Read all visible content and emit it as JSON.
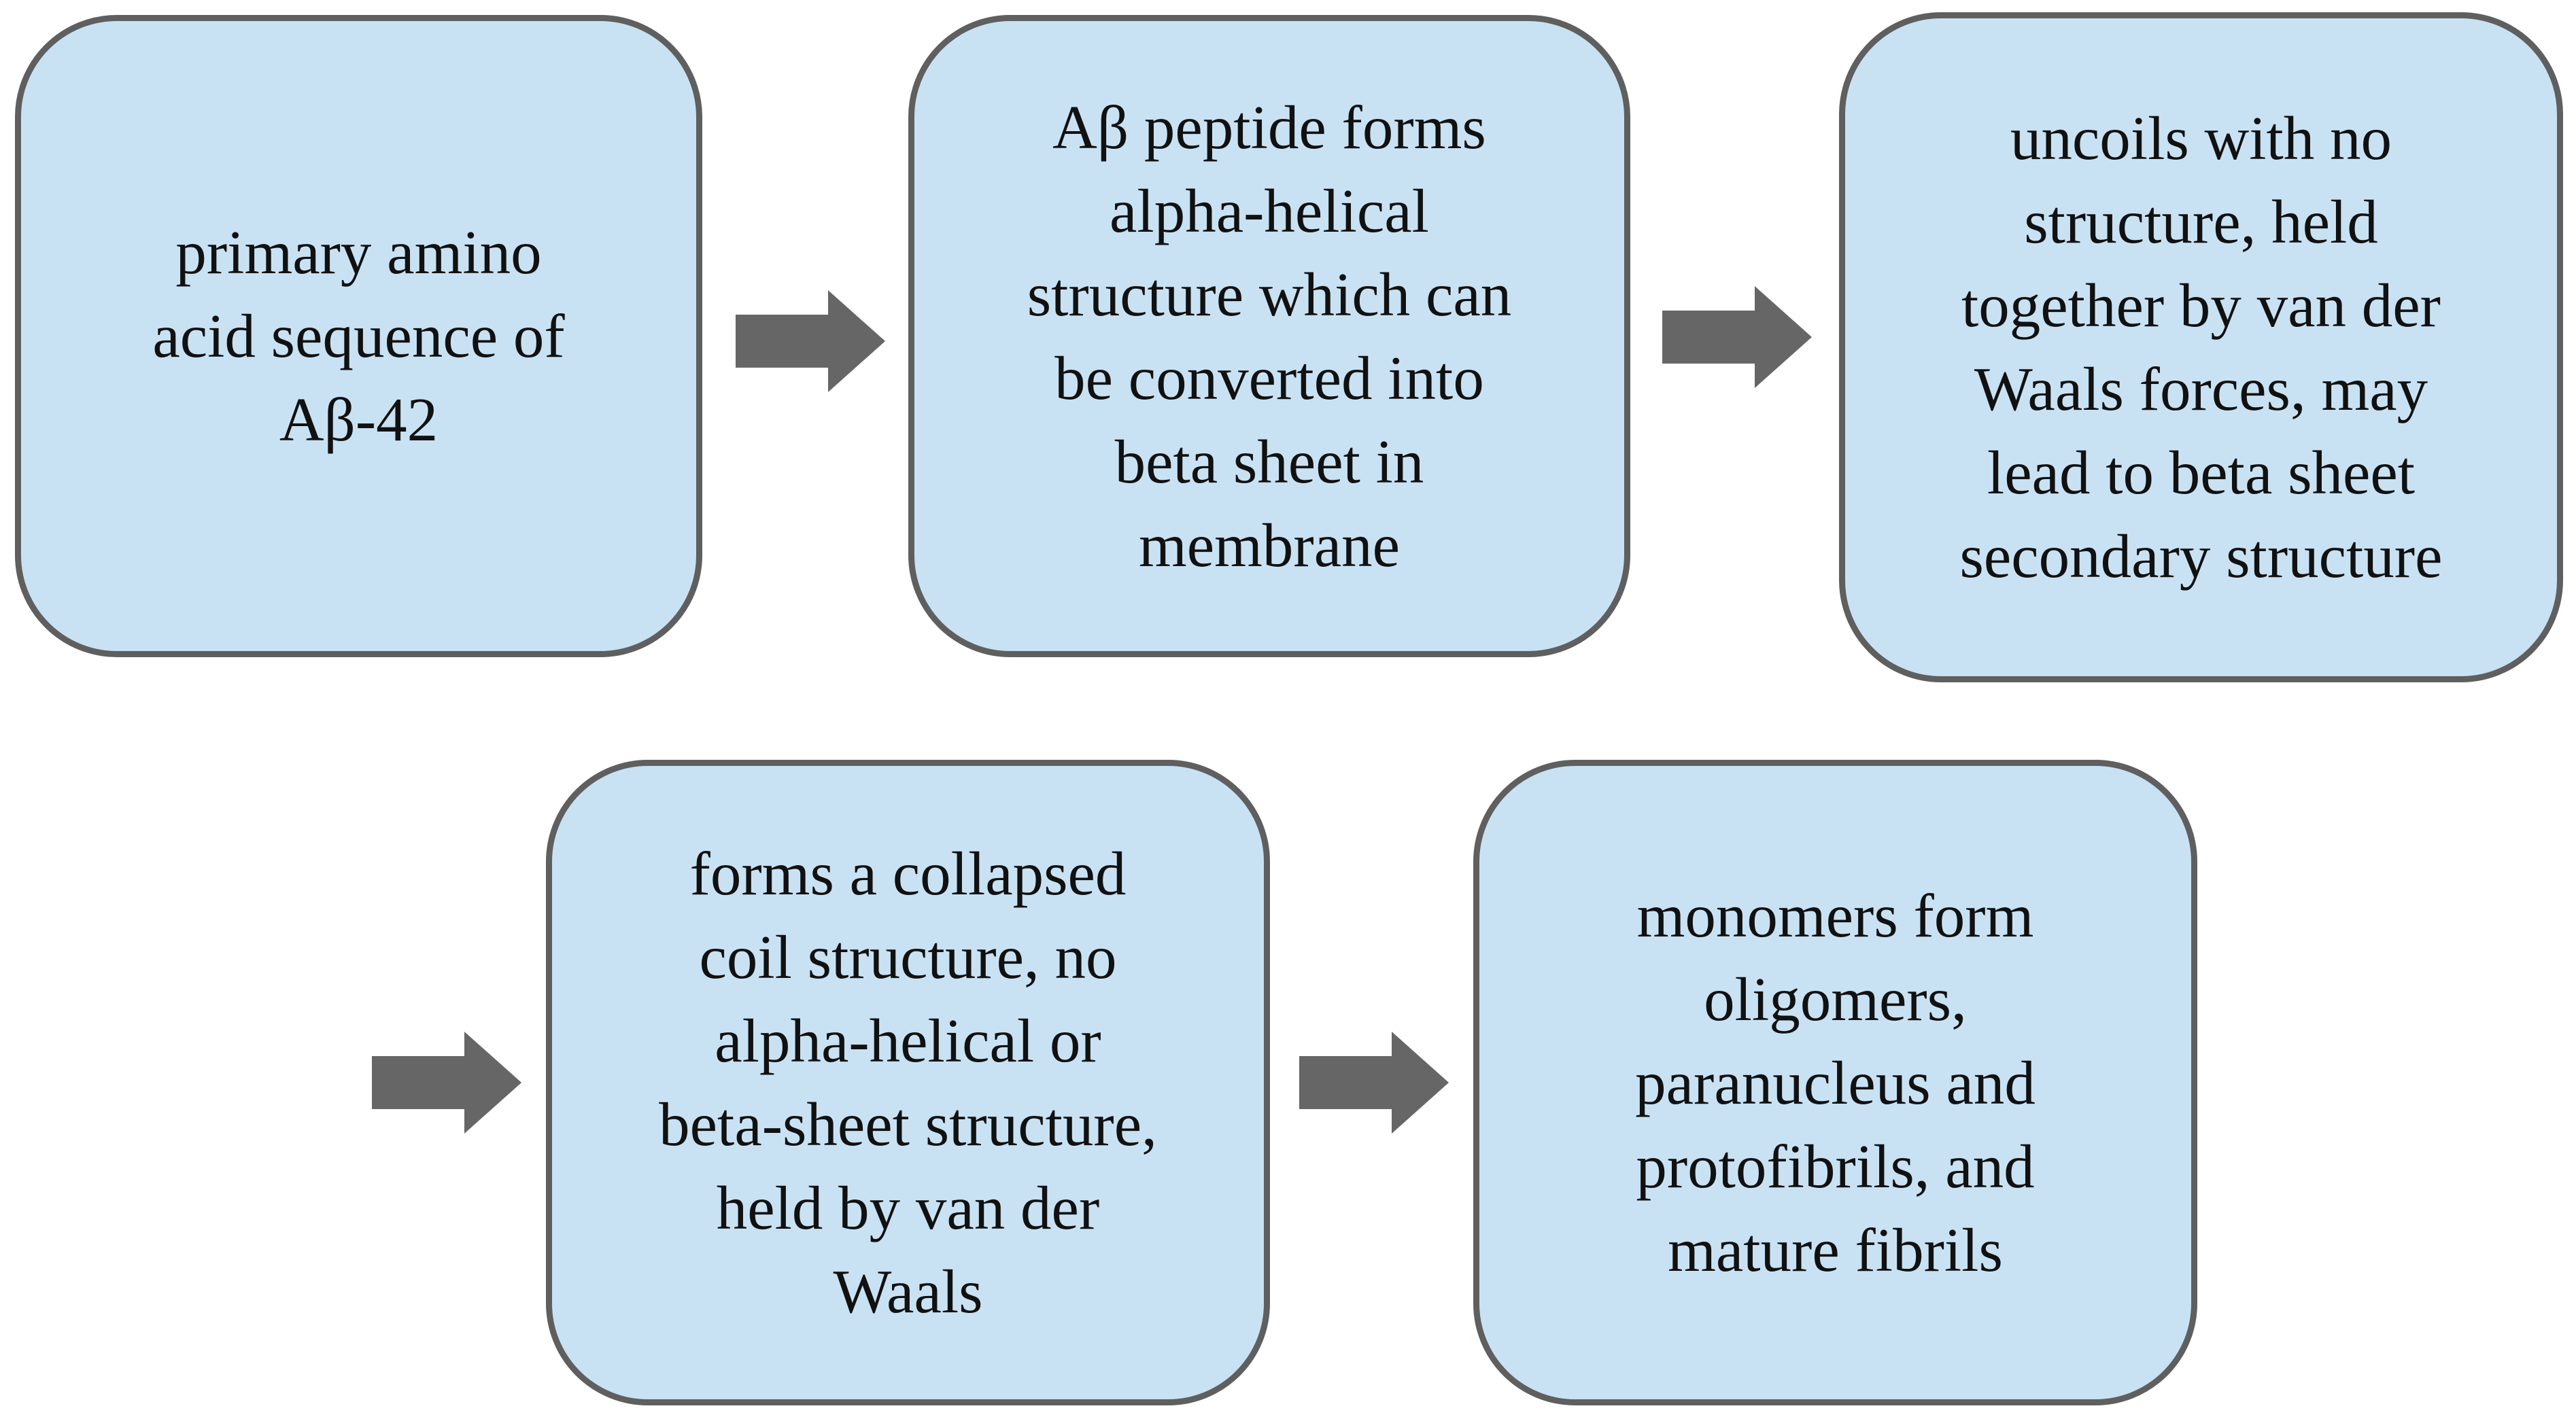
{
  "diagram": {
    "nodes": [
      {
        "id": "primary-sequence",
        "text": "primary amino\nacid sequence of\nAβ-42"
      },
      {
        "id": "alpha-helical",
        "text": "Aβ peptide forms\nalpha-helical\nstructure which can\nbe converted into\nbeta sheet in\nmembrane"
      },
      {
        "id": "uncoils",
        "text": "uncoils with no\nstructure, held\ntogether by van der\nWaals forces, may\nlead to beta sheet\nsecondary structure"
      },
      {
        "id": "collapsed-coil",
        "text": "forms a collapsed\ncoil structure, no\nalpha-helical or\nbeta-sheet structure,\nheld by van der\nWaals"
      },
      {
        "id": "oligomers",
        "text": "monomers form\noligomers,\nparanucleus and\nprotofibrils, and\nmature fibrils"
      }
    ],
    "arrows": [
      {
        "from": "primary-sequence",
        "to": "alpha-helical"
      },
      {
        "from": "alpha-helical",
        "to": "uncoils"
      },
      {
        "from": "uncoils",
        "to": "collapsed-coil"
      },
      {
        "from": "collapsed-coil",
        "to": "oligomers"
      }
    ]
  }
}
